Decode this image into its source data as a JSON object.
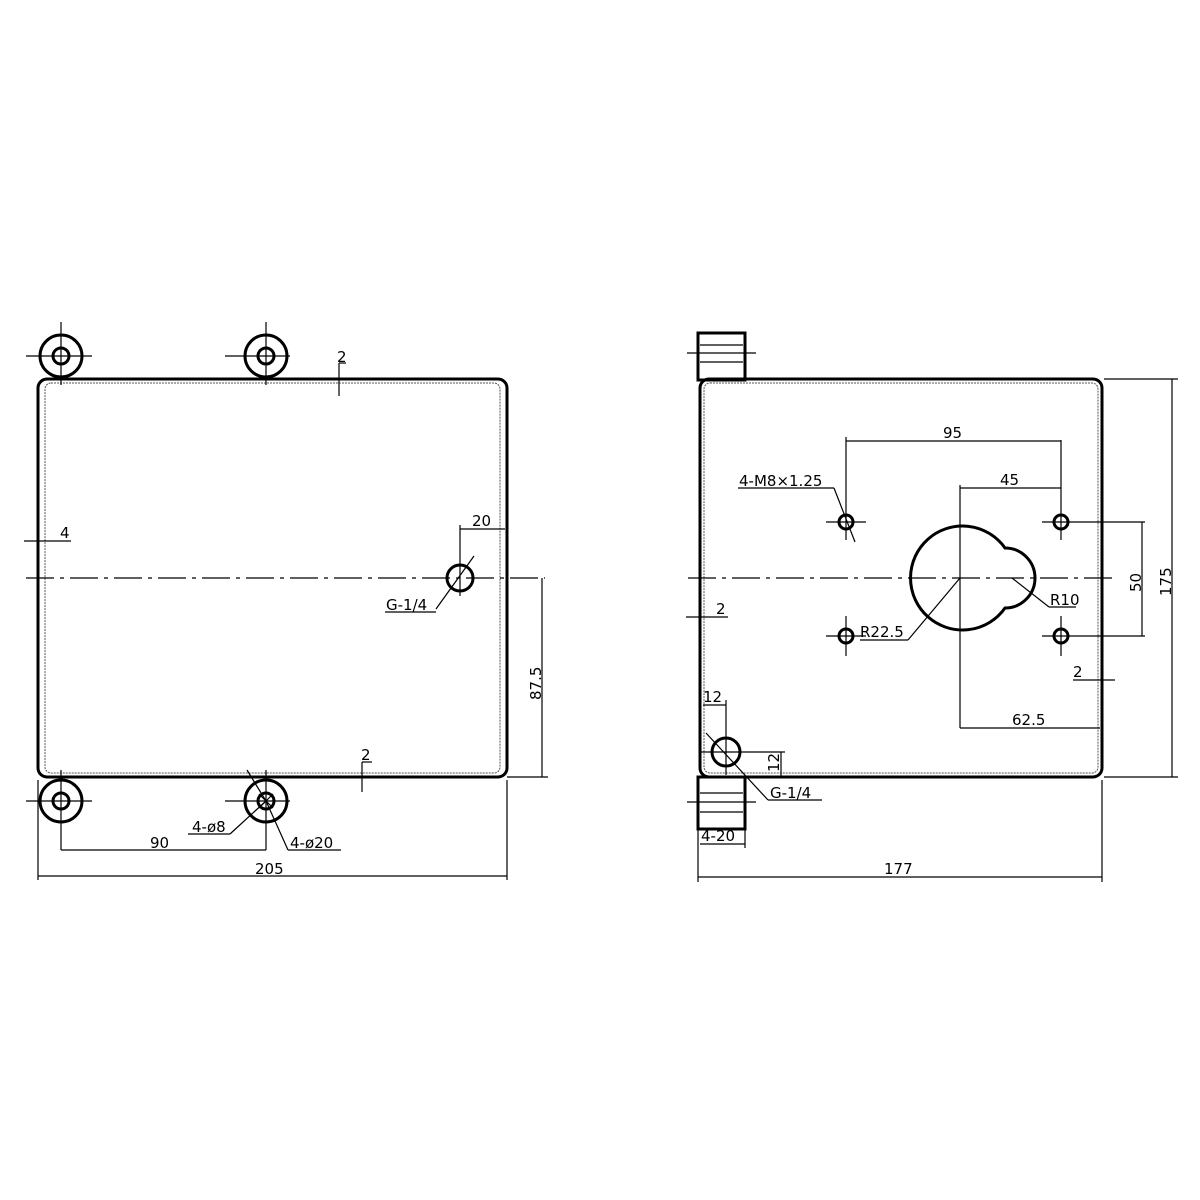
{
  "left_view": {
    "dims": {
      "top_wall": "2",
      "bottom_wall": "2",
      "side_wall": "4",
      "port_offset": "20",
      "port_height": "87.5",
      "ear_spacing": "90",
      "overall_width": "205"
    },
    "callouts": {
      "port": "G-1/4",
      "hole": "4-ø8",
      "ear": "4-ø20"
    }
  },
  "right_view": {
    "dims": {
      "hole_spacing_x": "95",
      "hole_offset": "45",
      "hole_spacing_y": "50",
      "overall_height": "175",
      "left_wall": "2",
      "right_wall": "2",
      "center_offset": "62.5",
      "port_x": "12",
      "port_y": "12",
      "flange": "4-20",
      "overall_width": "177"
    },
    "callouts": {
      "thread": "4-M8×1.25",
      "big_radius": "R22.5",
      "small_radius": "R10",
      "port": "G-1/4"
    }
  }
}
